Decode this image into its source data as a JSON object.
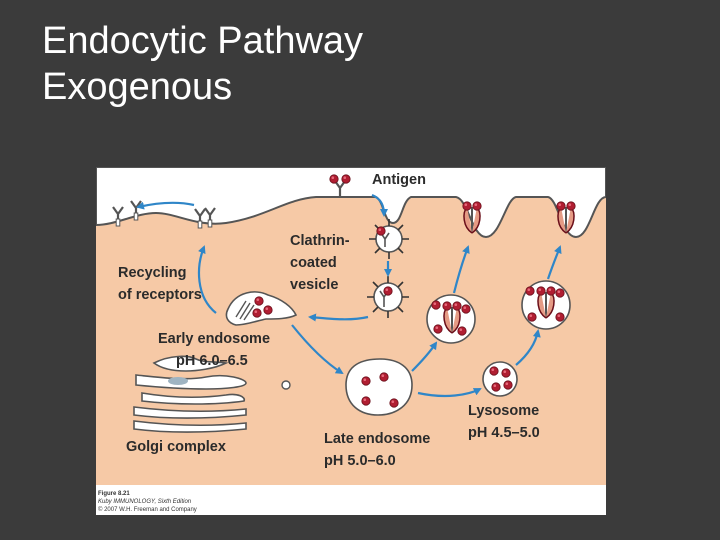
{
  "slide": {
    "title_line1": "Endocytic Pathway",
    "title_line2": "Exogenous"
  },
  "figure": {
    "labels": {
      "antigen": "Antigen",
      "clathrin_1": "Clathrin-",
      "clathrin_2": "coated",
      "clathrin_3": "vesicle",
      "recycling_1": "Recycling",
      "recycling_2": "of receptors",
      "early_1": "Early endosome",
      "early_2": "pH 6.0–6.5",
      "golgi": "Golgi complex",
      "late_1": "Late endosome",
      "late_2": "pH 5.0–6.0",
      "lysosome_1": "Lysosome",
      "lysosome_2": "pH 4.5–5.0"
    },
    "caption": {
      "line1": "Figure 8.21",
      "line2": "Kuby IMMUNOLOGY, Sixth Edition",
      "line3": "© 2007 W.H. Freeman and Company"
    },
    "colors": {
      "cytoplasm": "#f6c9a6",
      "arrow": "#2f86c8",
      "antigen": "#b01e32",
      "membrane": "#555555"
    }
  }
}
